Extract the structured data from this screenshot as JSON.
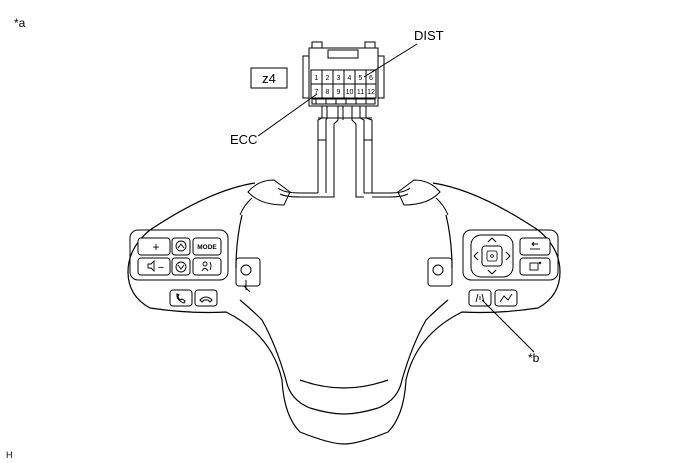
{
  "labels": {
    "figure_a": "*a",
    "figure_b": "*b",
    "connector_id": "z4",
    "dist": "DIST",
    "ecc": "ECC",
    "corner": "H"
  },
  "connector": {
    "pins_top": [
      "1",
      "2",
      "3",
      "4",
      "5",
      "6"
    ],
    "pins_bottom": [
      "7",
      "8",
      "9",
      "10",
      "11",
      "12"
    ]
  },
  "left_switch": {
    "plus": "+",
    "minus": "−",
    "mode": "MODE"
  }
}
